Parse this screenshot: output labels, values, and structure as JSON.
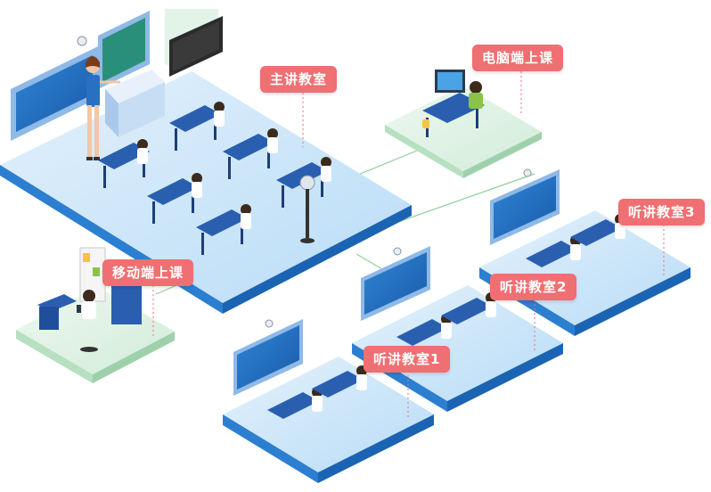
{
  "labels": {
    "main_classroom": "主讲教室",
    "pc_class": "电脑端上课",
    "mobile_class": "移动端上课",
    "listen_1": "听讲教室1",
    "listen_2": "听讲教室2",
    "listen_3": "听讲教室3"
  },
  "colors": {
    "tag_bg": "#ef6f72",
    "tag_text": "#ffffff",
    "platform_blue_top": "#cfe6f8",
    "platform_blue_edge": "#1f77c9",
    "platform_green_top": "#dff2e4",
    "platform_green_edge": "#a8d9b4",
    "desk": "#2a5fb0",
    "connector": "#7ac48c"
  },
  "icons": [
    "teacher-figure",
    "student-figure",
    "whiteboard-screen",
    "camera-icon",
    "laptop-icon",
    "phone-icon"
  ]
}
